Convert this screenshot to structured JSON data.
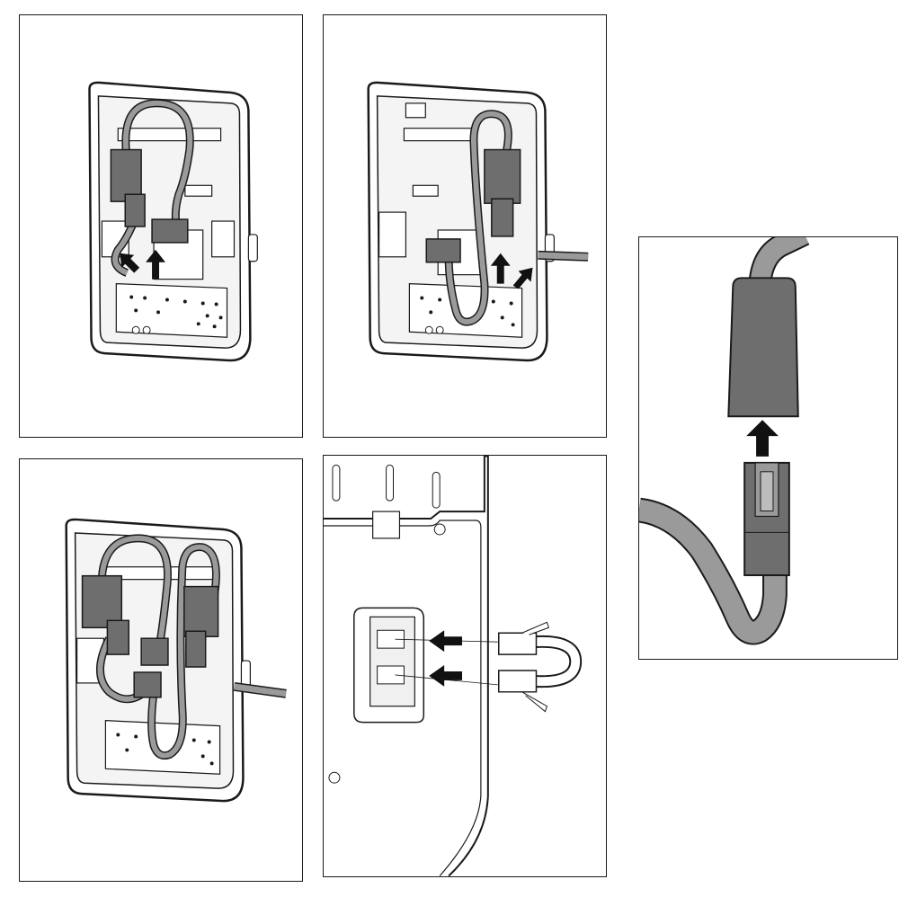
{
  "figure": {
    "panels": [
      {
        "id": "step-1",
        "depicts": "wall-box-with-cables-routed-left"
      },
      {
        "id": "step-2",
        "depicts": "wall-box-with-cable-loop-right"
      },
      {
        "id": "step-3",
        "depicts": "wall-box-with-both-cables-routed"
      },
      {
        "id": "step-4",
        "depicts": "connectors-plugged-into-port-block"
      },
      {
        "id": "detail",
        "depicts": "rj45-plug-into-coupler"
      }
    ],
    "colors": {
      "line": "#1a1a1a",
      "cable": "#9a9a9a",
      "connector": "#6e6e6e",
      "arrow": "#111111",
      "background": "#ffffff"
    }
  }
}
